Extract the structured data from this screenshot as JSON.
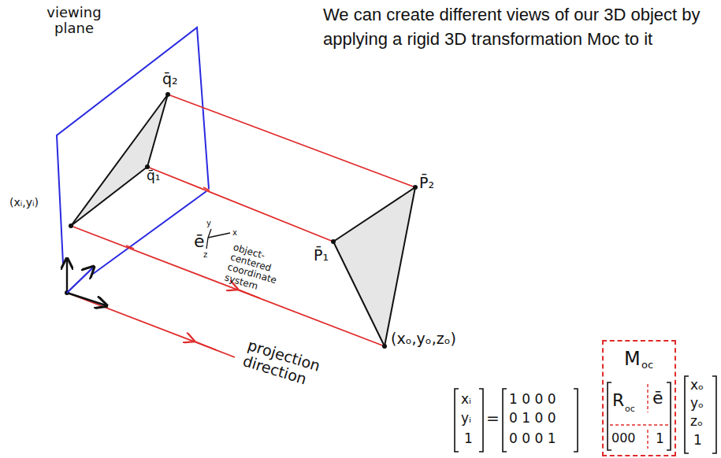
{
  "diagram": {
    "title": "We can create different views of our 3D object by applying a rigid 3D transformation Moc to it",
    "nodes": [
      {
        "text": [
          "M",
          "oc"
        ]
      }
    ],
    "labels": [
      "viewing plane",
      "q̄₂",
      "q̄₁",
      "(xᵢ,yᵢ)",
      "P̄₂",
      "P̄₁",
      "(xₒ,yₒ,zₒ)",
      "ē",
      "y",
      "x",
      "z",
      "object-centered coordinate system",
      "projection direction",
      "xᵢ",
      "yᵢ",
      "1",
      "=",
      "1 0 0 0",
      "0 1 0 0",
      "0 0 0 1",
      "R",
      "oc",
      "ē",
      "000",
      "1",
      "xₒ",
      "yₒ",
      "zₒ",
      "1"
    ]
  }
}
